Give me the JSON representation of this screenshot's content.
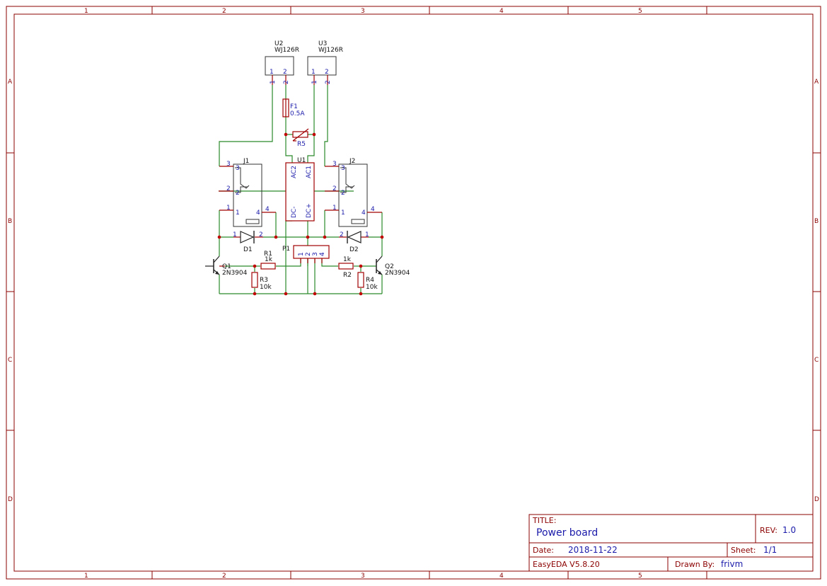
{
  "frame": {
    "columns": [
      "1",
      "2",
      "3",
      "4",
      "5"
    ],
    "rows": [
      "A",
      "B",
      "C",
      "D"
    ]
  },
  "components": {
    "u2": {
      "ref": "U2",
      "value": "WJ126R",
      "pin1": "1",
      "pin2": "2"
    },
    "u3": {
      "ref": "U3",
      "value": "WJ126R",
      "pin1": "1",
      "pin2": "2"
    },
    "f1": {
      "ref": "F1",
      "value": "0.5A"
    },
    "r5": {
      "ref": "R5"
    },
    "u1": {
      "ref": "U1",
      "ac2": "AC2",
      "ac1": "AC1",
      "dcm": "DC-",
      "dcp": "DC+"
    },
    "j1": {
      "ref": "J1",
      "pins": [
        "1",
        "2",
        "3",
        "4"
      ]
    },
    "j2": {
      "ref": "J2",
      "pins": [
        "1",
        "2",
        "3",
        "4"
      ]
    },
    "d1": {
      "ref": "D1",
      "pin1": "1",
      "pin2": "2"
    },
    "d2": {
      "ref": "D2",
      "pin1": "1",
      "pin2": "2"
    },
    "p1": {
      "ref": "P1",
      "pins": [
        "1",
        "2",
        "3",
        "4"
      ]
    },
    "r1": {
      "ref": "R1",
      "value": "1k"
    },
    "r2": {
      "ref": "R2",
      "value": "1k"
    },
    "r3": {
      "ref": "R3",
      "value": "10k"
    },
    "r4": {
      "ref": "R4",
      "value": "10k"
    },
    "q1": {
      "ref": "Q1",
      "value": "2N3904"
    },
    "q2": {
      "ref": "Q2",
      "value": "2N3904"
    }
  },
  "title_block": {
    "title_label": "TITLE:",
    "title": "Power board",
    "rev_label": "REV:",
    "rev": "1.0",
    "date_label": "Date:",
    "date": "2018-11-22",
    "sheet_label": "Sheet:",
    "sheet": "1/1",
    "tool": "EasyEDA V5.8.20",
    "drawn_label": "Drawn By:",
    "drawn_by": "frivm"
  },
  "colors": {
    "frame": "#8b0000",
    "wire": "#2a8a2a",
    "symbol": "#a00000",
    "label": "#1a1aaa"
  }
}
